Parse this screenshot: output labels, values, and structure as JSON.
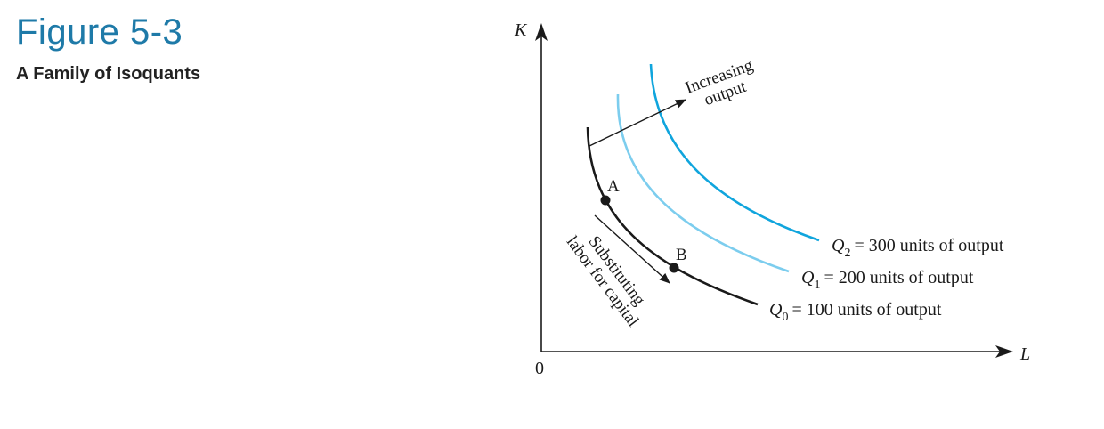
{
  "figure": {
    "number": "Figure 5-3",
    "title": "A Family of Isoquants"
  },
  "axes": {
    "y_label": "K",
    "x_label": "L",
    "origin_label": "0"
  },
  "isoquants": [
    {
      "symbol": "Q",
      "subscript": "0",
      "label": "= 100 units of output",
      "color": "#1a1a1a"
    },
    {
      "symbol": "Q",
      "subscript": "1",
      "label": "= 200 units of output",
      "color": "#7ccdee"
    },
    {
      "symbol": "Q",
      "subscript": "2",
      "label": "= 300 units of output",
      "color": "#10a5dd"
    }
  ],
  "points": [
    {
      "label": "A"
    },
    {
      "label": "B"
    }
  ],
  "annotations": {
    "increasing_line1": "Increasing",
    "increasing_line2": "output",
    "substituting_line1": "Substituting",
    "substituting_line2": "labor for capital"
  },
  "colors": {
    "title": "#1e7aa8",
    "axis": "#1a1a1a"
  }
}
